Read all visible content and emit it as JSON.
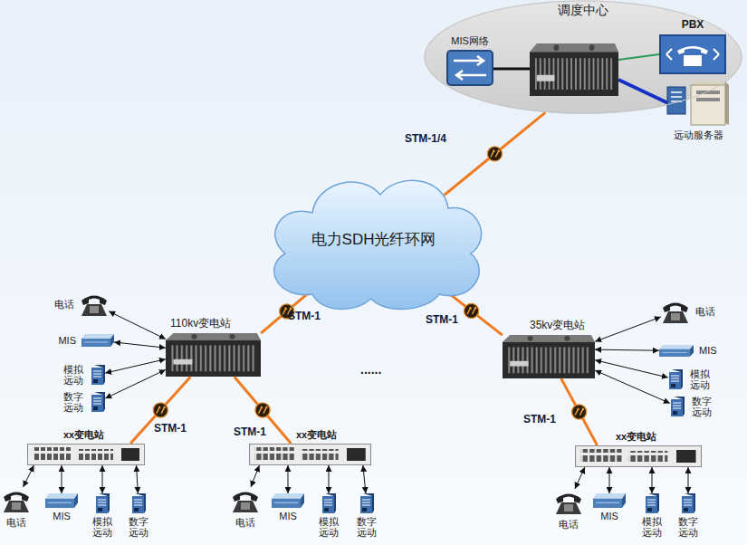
{
  "diagram": {
    "nodes": [
      {
        "text": [
          "调度中心"
        ]
      },
      {
        "text": [
          "MIS网络"
        ],
        "in": 0
      },
      {
        "text": [
          "PBX"
        ],
        "in": 0
      },
      {
        "text": [
          "远动服务器"
        ],
        "in": 0
      },
      {
        "text": [
          "电力SDH光纤环网"
        ]
      },
      {
        "text": [
          "110kv变电站"
        ]
      },
      {
        "text": [
          "35kv变电站"
        ]
      },
      {
        "text": [
          "xx变电站"
        ]
      },
      {
        "text": [
          "xx变电站"
        ]
      },
      {
        "text": [
          "xx变电站"
        ]
      },
      {
        "text": [
          "电话"
        ]
      },
      {
        "text": [
          "MIS"
        ]
      },
      {
        "text": [
          "模拟 远动"
        ]
      },
      {
        "text": [
          "数字 远动"
        ]
      },
      {
        "text": [
          "电话"
        ]
      },
      {
        "text": [
          "MIS"
        ]
      },
      {
        "text": [
          "模拟 远动"
        ]
      },
      {
        "text": [
          "数字 远动"
        ]
      },
      {
        "text": [
          "电话"
        ]
      },
      {
        "text": [
          "MIS"
        ]
      },
      {
        "text": [
          "模拟 远动"
        ]
      },
      {
        "text": [
          "数字 远动"
        ]
      },
      {
        "text": [
          "电话"
        ]
      },
      {
        "text": [
          "MIS"
        ]
      },
      {
        "text": [
          "模拟 远动"
        ]
      },
      {
        "text": [
          "数字 远动"
        ]
      },
      {
        "text": [
          "电话"
        ]
      },
      {
        "text": [
          "MIS"
        ]
      },
      {
        "text": [
          "模拟 远动"
        ]
      },
      {
        "text": [
          "数字 远动"
        ]
      }
    ],
    "edges": [
      {
        "from": 0,
        "to": 4,
        "label": "STM-1/4",
        "arrow": "none"
      },
      {
        "from": 4,
        "to": 5,
        "label": "STM-1",
        "arrow": "none"
      },
      {
        "from": 4,
        "to": 6,
        "label": "STM-1",
        "arrow": "none"
      },
      {
        "from": 5,
        "to": 7,
        "label": "STM-1",
        "arrow": "none"
      },
      {
        "from": 5,
        "to": 8,
        "label": "STM-1",
        "arrow": "none"
      },
      {
        "from": 6,
        "to": 9,
        "label": "STM-1",
        "arrow": "none"
      },
      {
        "from": 10,
        "to": 5,
        "arrow": "both"
      },
      {
        "from": 11,
        "to": 5,
        "arrow": "both"
      },
      {
        "from": 12,
        "to": 5,
        "arrow": "both"
      },
      {
        "from": 13,
        "to": 5,
        "arrow": "both"
      },
      {
        "from": 14,
        "to": 6,
        "arrow": "both"
      },
      {
        "from": 15,
        "to": 6,
        "arrow": "both"
      },
      {
        "from": 16,
        "to": 6,
        "arrow": "both"
      },
      {
        "from": 17,
        "to": 6,
        "arrow": "both"
      },
      {
        "from": 18,
        "to": 7,
        "arrow": "both"
      },
      {
        "from": 19,
        "to": 7,
        "arrow": "both"
      },
      {
        "from": 20,
        "to": 7,
        "arrow": "both"
      },
      {
        "from": 21,
        "to": 7,
        "arrow": "both"
      },
      {
        "from": 22,
        "to": 8,
        "arrow": "both"
      },
      {
        "from": 23,
        "to": 8,
        "arrow": "both"
      },
      {
        "from": 24,
        "to": 8,
        "arrow": "both"
      },
      {
        "from": 25,
        "to": 8,
        "arrow": "both"
      },
      {
        "from": 26,
        "to": 9,
        "arrow": "both"
      },
      {
        "from": 27,
        "to": 9,
        "arrow": "both"
      },
      {
        "from": 28,
        "to": 9,
        "arrow": "both"
      },
      {
        "from": 29,
        "to": 9,
        "arrow": "both"
      }
    ],
    "labels": [
      "......"
    ]
  }
}
